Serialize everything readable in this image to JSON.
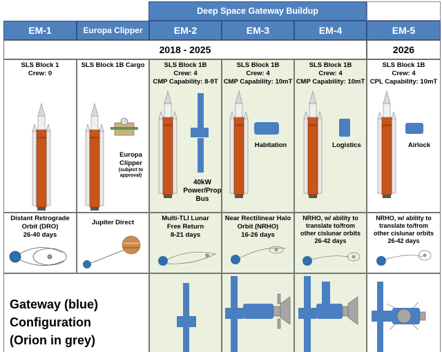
{
  "banner": {
    "title": "Deep Space Gateway Buildup"
  },
  "missions": [
    {
      "name": "EM-1"
    },
    {
      "name": "Europa Clipper"
    },
    {
      "name": "EM-2"
    },
    {
      "name": "EM-3"
    },
    {
      "name": "EM-4"
    },
    {
      "name": "EM-5"
    }
  ],
  "years": {
    "range": "2018 - 2025",
    "single": "2026"
  },
  "specs": [
    {
      "line1": "SLS Block 1",
      "line2": "Crew: 0",
      "line3": ""
    },
    {
      "line1": "SLS Block 1B Cargo",
      "line2": "",
      "line3": ""
    },
    {
      "line1": "SLS Block 1B",
      "line2": "Crew: 4",
      "line3": "CMP Capability: 8-9T"
    },
    {
      "line1": "SLS Block 1B",
      "line2": "Crew: 4",
      "line3": "CMP Capability: 10mT"
    },
    {
      "line1": "SLS Block 1B",
      "line2": "Crew: 4",
      "line3": "CMP Capability: 10mT"
    },
    {
      "line1": "SLS Block 1B",
      "line2": "Crew: 4",
      "line3": "CPL Capability: 10mT"
    }
  ],
  "payloads": {
    "europa": "Europa Clipper",
    "europa_note": "(subject to approval)",
    "power_bus": "40kW Power/Prop Bus",
    "habitation": "Habitation",
    "logistics": "Logistics",
    "airlock": "Airlock"
  },
  "orbits": [
    {
      "l1": "Distant Retrograde",
      "l2": "Orbit (DRO)",
      "l3": "26-40 days",
      "l4": ""
    },
    {
      "l1": "Jupiter Direct",
      "l2": "",
      "l3": "",
      "l4": ""
    },
    {
      "l1": "Multi-TLI Lunar",
      "l2": "Free Return",
      "l3": "8-21 days",
      "l4": ""
    },
    {
      "l1": "Near Rectilinear Halo",
      "l2": "Orbit (NRHO)",
      "l3": "16-26 days",
      "l4": ""
    },
    {
      "l1": "NRHO, w/ ability to",
      "l2": "translate to/from",
      "l3": "other cislunar orbits",
      "l4": "26-42 days"
    },
    {
      "l1": "NRHO, w/ ability to",
      "l2": "translate to/from",
      "l3": "other cislunar orbits",
      "l4": "26-42 days"
    }
  ],
  "gateway": {
    "line1": "Gateway (blue)",
    "line2": "Configuration",
    "line3": "(Orion in grey)"
  },
  "colors": {
    "header_blue": "#4f81bd",
    "cell_green": "#ebf1de",
    "module_blue": "#4a7fc1",
    "orion_grey": "#a6a6a6",
    "rocket_orange": "#c8561b"
  }
}
